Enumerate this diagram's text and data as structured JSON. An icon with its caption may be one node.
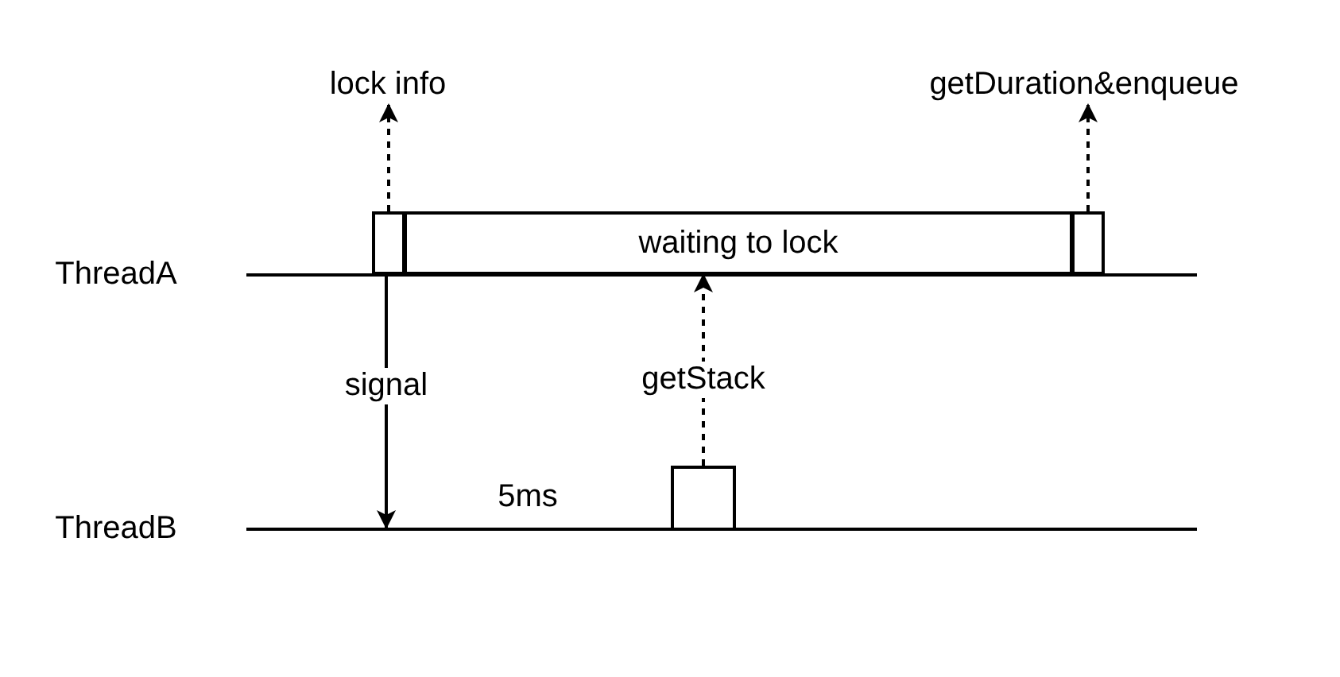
{
  "diagram": {
    "nodes": [
      {
        "text": [
          "lock info"
        ]
      },
      {
        "text": [
          "getDuration&enqueue"
        ]
      },
      {
        "text": [],
        "shape": "box"
      },
      {
        "text": [
          "waiting to lock"
        ]
      },
      {
        "text": [],
        "shape": "box"
      },
      {
        "text": [],
        "shape": "line"
      },
      {
        "text": [],
        "shape": "line"
      },
      {
        "text": [],
        "shape": "box"
      }
    ],
    "edges": [
      {
        "from": 2,
        "to": 0,
        "arrow": "to",
        "style": "dashed"
      },
      {
        "from": 4,
        "to": 1,
        "arrow": "to",
        "style": "dashed"
      },
      {
        "from": 5,
        "to": 6,
        "arrow": "to",
        "label": "signal"
      },
      {
        "from": 7,
        "to": 3,
        "arrow": "to",
        "style": "dashed",
        "label": "getStack"
      }
    ],
    "labels": [
      "ThreadA",
      "ThreadB",
      "5ms"
    ]
  }
}
